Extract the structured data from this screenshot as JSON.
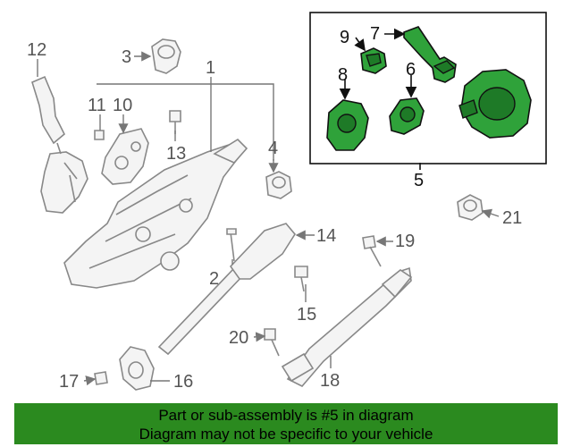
{
  "diagram": {
    "callouts": [
      "1",
      "2",
      "3",
      "4",
      "5",
      "6",
      "7",
      "8",
      "9",
      "10",
      "11",
      "12",
      "13",
      "14",
      "15",
      "16",
      "17",
      "18",
      "19",
      "20",
      "21"
    ],
    "highlight_color": "#2fa23a",
    "highlighted_group": "5"
  },
  "banner": {
    "line1": "Part or sub-assembly is #5 in diagram",
    "line2": "Diagram may not be specific to your vehicle",
    "color": "#2b8a1f"
  }
}
